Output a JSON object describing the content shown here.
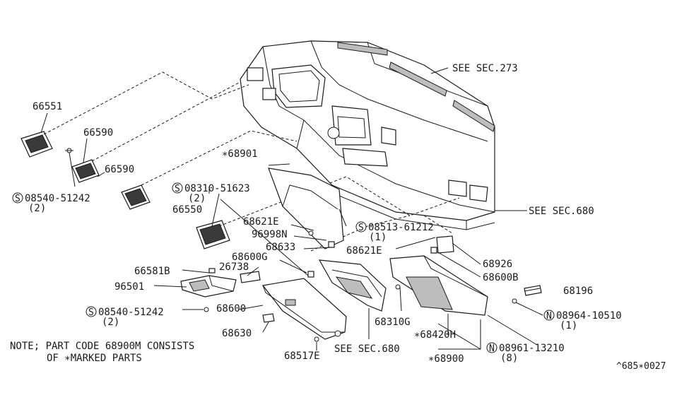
{
  "labels": {
    "p66551": "66551",
    "p66590a": "66590",
    "p66590b": "66590",
    "s08540_a": "08540-51242",
    "s08540_a_qty": "(2)",
    "s08310": "08310-51623",
    "s08310_qty": "(2)",
    "p66550": "66550",
    "p68901": "∗68901",
    "p68621E_a": "68621E",
    "p96998N": "96998N",
    "p68633": "68633",
    "p68600G": "68600G",
    "p26738": "26738",
    "p66581B": "66581B",
    "p96501": "96501",
    "s08540_b": "08540-51242",
    "s08540_b_qty": "(2)",
    "p68600": "68600",
    "p68630": "68630",
    "p68517E": "68517E",
    "s08513": "08513-61212",
    "s08513_qty": "(1)",
    "p68621E_b": "68621E",
    "p68926": "68926",
    "p68600B": "68600B",
    "p68196": "68196",
    "n08964": "08964-10510",
    "n08964_qty": "(1)",
    "p68310G": "68310G",
    "p68420H": "∗68420H",
    "p68900": "∗68900",
    "n08961": "08961-13210",
    "n08961_qty": "(8)",
    "see273": "SEE SEC.273",
    "see680_a": "SEE SEC.680",
    "see680_b": "SEE SEC.680",
    "note_line1": "NOTE; PART CODE 68900M CONSISTS",
    "note_line2": "OF ∗MARKED PARTS",
    "ref_code": "^685∗0027",
    "symbol_s": "S",
    "symbol_n": "N"
  }
}
